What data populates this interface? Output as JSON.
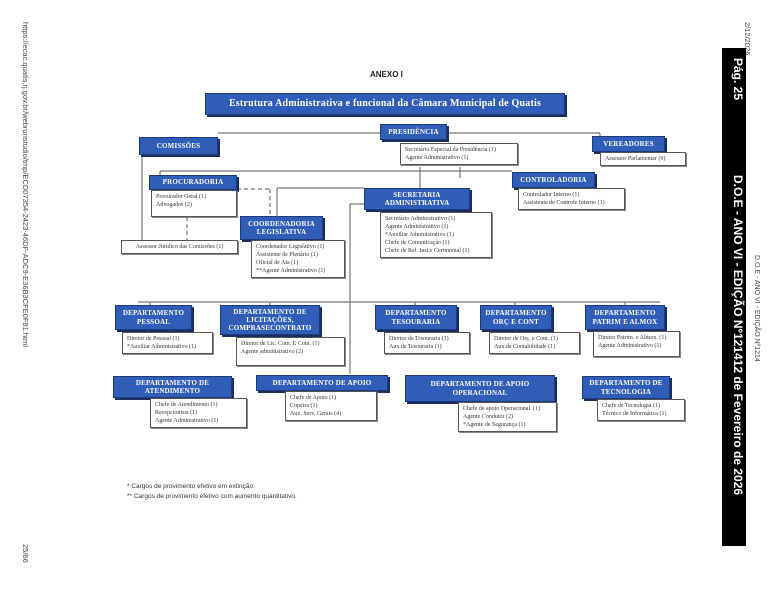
{
  "margin_left": {
    "url": "https://ecac.quatis.rj.gov.br/webrunstudio/tmp/ECD07354-2423-46DF-ADC9-E36B3CFE0F81.html",
    "page_count": "25/66"
  },
  "margin_right": {
    "date": "2/12/2026",
    "page": "Pág. 25",
    "banner": "D.O.E - ANO VI - EDIÇÃO Nº121412 de Fevereiro de 2026",
    "edition": "D.O.E - ANO VI - EDIÇÃO Nº1214"
  },
  "annex": "ANEXO I",
  "title": "Estrutura Administrativa e funcional da Câmara Municipal de Quatis",
  "colors": {
    "header_blue": "#2f5db8",
    "banner_black": "#000000"
  },
  "units": {
    "presidencia": {
      "title": "PRESIDÊNCIA",
      "items": [
        "Secretário Especial da Presidência (1)",
        "Agente Administrativo (1)"
      ]
    },
    "comissoes": {
      "title": "COMISSÕES"
    },
    "vereadores": {
      "title": "VEREADORES",
      "items": [
        "Assessor Parlamentar (9)"
      ]
    },
    "procuradoria": {
      "title": "PROCURADORIA",
      "items": [
        "Procurador Geral (1)",
        "Advogados (2)"
      ]
    },
    "assessor_juridico": {
      "items": [
        "Assessor Jurídico das Comissões (1)"
      ]
    },
    "controladoria": {
      "title": "CONTROLADORIA",
      "items": [
        "Controlador Interno (1)",
        "Assistente de Controle Interno (1)"
      ]
    },
    "secretaria": {
      "title": "SECRETARIA ADMINISTRATIVA",
      "items": [
        "Secretário Administrativo (1)",
        "Agente Administrativo (1)",
        "*Auxiliar Administrativo (1)",
        "Chefe de Comunicação (1)",
        "Chefe de Rel. Inst.e Cerimonial (1)"
      ]
    },
    "coordenadoria": {
      "title": "COORDENADORIA LEGISLATIVA",
      "items": [
        "Coordenador Legislativo (1)",
        "Assistente de Plenário (1)",
        "Oficial de Ata (1)",
        "**Agente Administrativo (1)"
      ]
    },
    "pessoal": {
      "title": "DEPARTAMENTO PESSOAL",
      "items": [
        "Diretor de Pessoal (1)",
        "*Auxiliar Administrativo (1)"
      ]
    },
    "licitacoes": {
      "title": "DEPARTAMENTO DE LICITAÇÕES, COMPRASECONTRATO",
      "items": [
        "Diretor de Lic. Com. E Cont. (1)",
        "Agente administrativo (2)"
      ]
    },
    "tesouraria": {
      "title": "DEPARTAMENTO TESOURARIA",
      "items": [
        "Diretor de Tesouraria (1)",
        "Aux.de Tesouraria (1)"
      ]
    },
    "orc": {
      "title": "DEPARTAMENTO ORÇ E CONT",
      "items": [
        "Diretor de Orç. e Cont. (1)",
        "Aux.de Contabilidade (1)"
      ]
    },
    "patrim": {
      "title": "DEPARTAMENTO PATRIM E ALMOX",
      "items": [
        "Diretor Patrim. e Almox. (1)",
        "Agente Administrativo (1)"
      ]
    },
    "atendimento": {
      "title": "DEPARTAMENTO DE ATENDIMENTO",
      "items": [
        "Chefe de Atendimento (1)",
        "Recepcionista (1)",
        "Agente Administrativo (1)"
      ]
    },
    "apoio": {
      "title": "DEPARTAMENTO DE APOIO",
      "items": [
        "Chefe de Apoio (1)",
        "Copeira (1)",
        "Aux. Serv. Gerais (4)"
      ]
    },
    "apoio_op": {
      "title": "DEPARTAMENTO DE APOIO OPERACIONAL",
      "items": [
        "Chefe de apoio Operacional. (1)",
        "Agente Condutor (2)",
        "*Agente de Segurança (1)"
      ]
    },
    "tecnologia": {
      "title": "DEPARTAMENTO DE TECNOLOGIA",
      "items": [
        "Chefe de Tecnologia (1)",
        "Técnico de Informática (1)"
      ]
    }
  },
  "footnotes": [
    "* Cargos de provimento efetivo em extinção.",
    "** Cargos de provimento efetivo com aumento quantitativo."
  ]
}
